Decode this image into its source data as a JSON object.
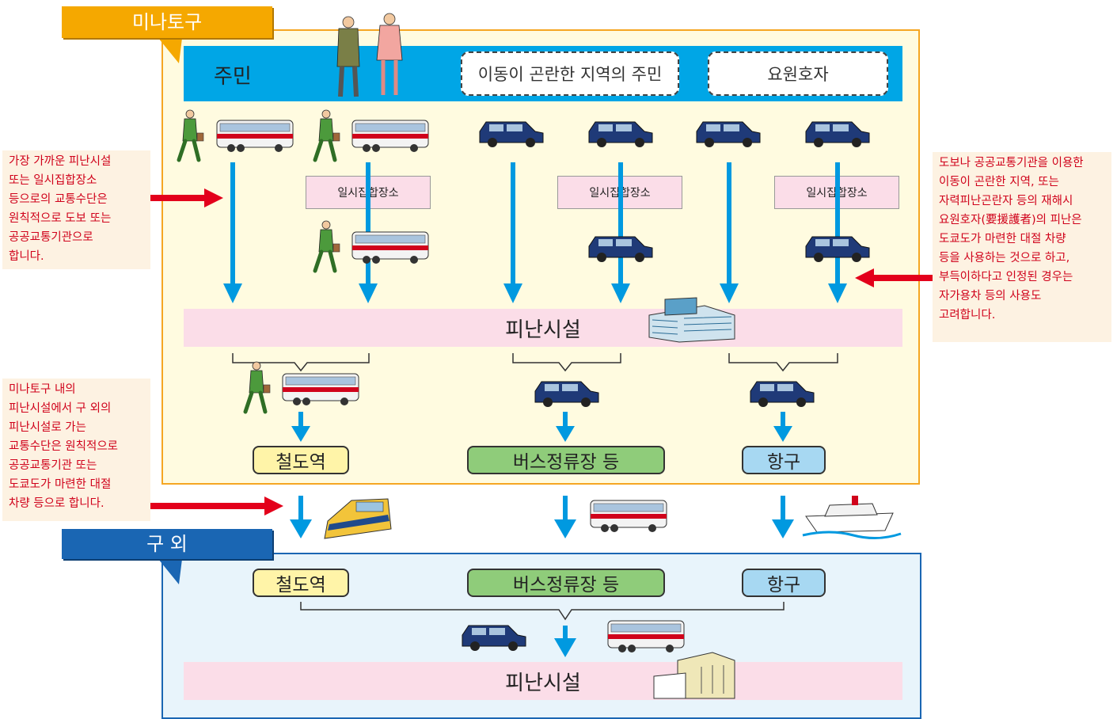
{
  "areas": {
    "minato_label": "미나토구",
    "outer_label": "구 외"
  },
  "residents": {
    "label": "주민",
    "hard_to_move": "이동이 곤란한 지역의 주민",
    "needs_assistance": "요원호자"
  },
  "temp_assembly": "일시집합장소",
  "shelter": "피난시설",
  "destinations": {
    "rail": "철도역",
    "bus": "버스정류장 등",
    "port": "항구"
  },
  "notes": {
    "left_top": "가장 가까운 피난시설\n또는 일시집합장소\n등으로의 교통수단은\n원칙적으로 도보 또는\n공공교통기관으로\n합니다.",
    "left_bottom": "미나토구 내의\n피난시설에서 구 외의\n피난시설로 가는\n교통수단은 원칙적으로\n공공교통기관 또는\n도쿄도가 마련한 대절\n차량 등으로 합니다.",
    "right": "도보나 공공교통기관을 이용한\n이동이 곤란한 지역, 또는\n자력피난곤란자 등의 재해시\n요원호자(要援護者)의 피난은\n도쿄도가 마련한 대절 차량\n등을 사용하는 것으로 하고,\n부득이하다고 인정된 경우는\n자가용차 등의 사용도\n고려합니다."
  },
  "icons": [
    "walking-person-icon",
    "bus-icon",
    "car-icon",
    "train-icon",
    "ship-icon",
    "building-icon",
    "people-icon"
  ],
  "colors": {
    "minato": "#f5a800",
    "outer": "#1a66b3",
    "resident_bar": "#00a6e6",
    "arrow": "#0099e0",
    "note_text": "#d0021b",
    "rail": "#fff4a8",
    "bus": "#8fcc7a",
    "port": "#a7d8f2"
  }
}
